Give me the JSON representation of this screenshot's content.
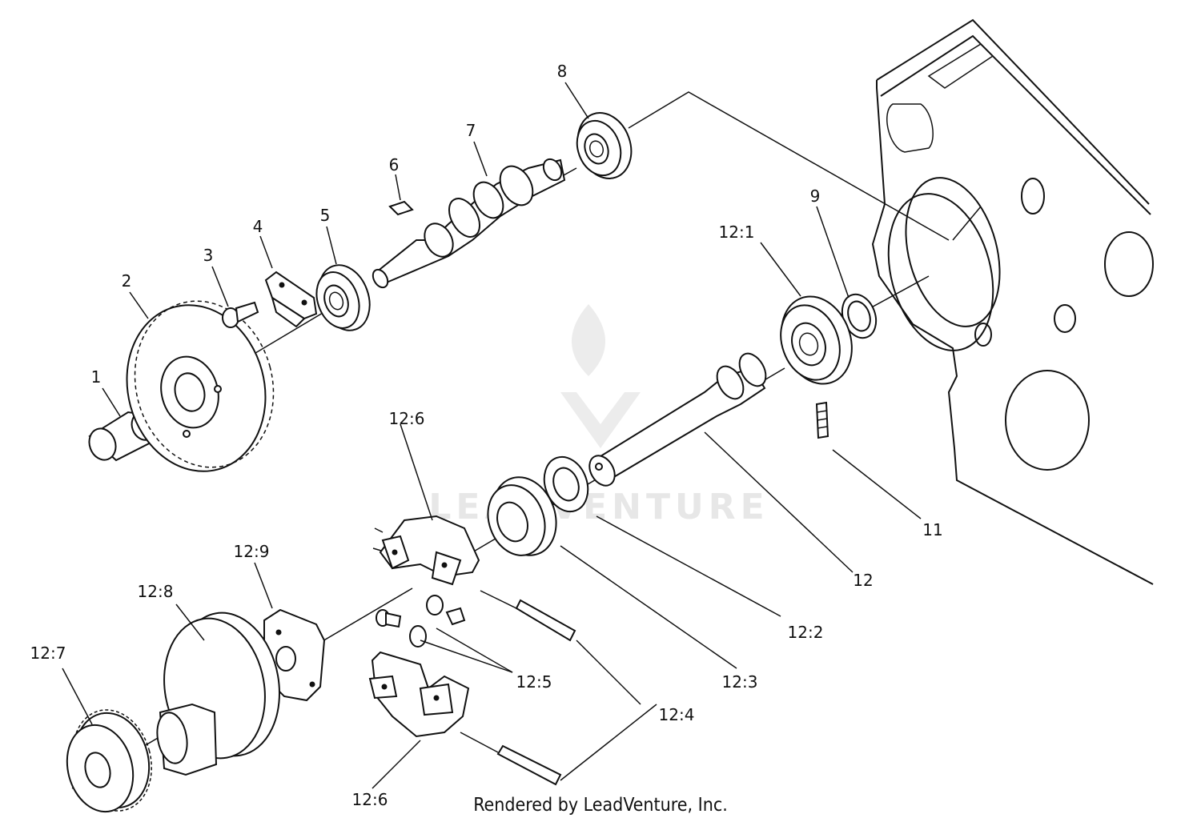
{
  "callouts": [
    {
      "id": "1",
      "label": "1"
    },
    {
      "id": "2",
      "label": "2"
    },
    {
      "id": "3",
      "label": "3"
    },
    {
      "id": "4",
      "label": "4"
    },
    {
      "id": "5",
      "label": "5"
    },
    {
      "id": "6",
      "label": "6"
    },
    {
      "id": "7",
      "label": "7"
    },
    {
      "id": "8",
      "label": "8"
    },
    {
      "id": "9",
      "label": "9"
    },
    {
      "id": "11",
      "label": "11"
    },
    {
      "id": "12",
      "label": "12"
    },
    {
      "id": "12-1",
      "label": "12:1"
    },
    {
      "id": "12-2",
      "label": "12:2"
    },
    {
      "id": "12-3",
      "label": "12:3"
    },
    {
      "id": "12-4",
      "label": "12:4"
    },
    {
      "id": "12-5",
      "label": "12:5"
    },
    {
      "id": "12-6a",
      "label": "12:6"
    },
    {
      "id": "12-6b",
      "label": "12:6"
    },
    {
      "id": "12-7",
      "label": "12:7"
    },
    {
      "id": "12-8",
      "label": "12:8"
    },
    {
      "id": "12-9",
      "label": "12:9"
    }
  ],
  "footer": {
    "text": "Rendered by LeadVenture, Inc."
  },
  "watermark": {
    "text": "LEADVENTURE"
  }
}
